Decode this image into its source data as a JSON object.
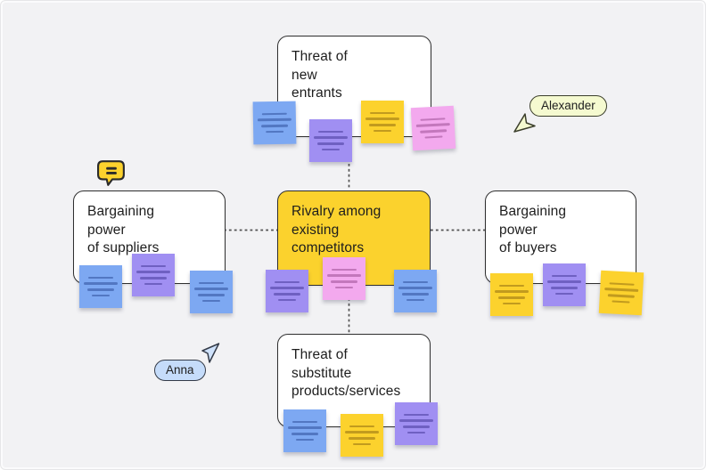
{
  "board": {
    "background": "#f2f2f4",
    "node_border_color": "#2f2f2f",
    "connector_color": "#515151",
    "nodes": [
      {
        "id": "threat-of-new-entrants",
        "label": "Threat of\nnew\nentrants",
        "fill": "#ffffff"
      },
      {
        "id": "bargaining-power-of-suppliers",
        "label": "Bargaining\npower\nof suppliers",
        "fill": "#ffffff"
      },
      {
        "id": "rivalry-among-existing-competitors",
        "label": "Rivalry among\nexisting\ncompetitors",
        "fill": "#fbd22d"
      },
      {
        "id": "bargaining-power-of-buyers",
        "label": "Bargaining\npower\nof buyers",
        "fill": "#ffffff"
      },
      {
        "id": "threat-of-substitute-products-services",
        "label": "Threat of\nsubstitute\nproducts/services",
        "fill": "#ffffff"
      }
    ],
    "sticky_palette": {
      "blue": {
        "fill": "#7da8f2",
        "line": "#5277c2"
      },
      "purple": {
        "fill": "#a08ff2",
        "line": "#6f60c2"
      },
      "yellow": {
        "fill": "#fcd22d",
        "line": "#c29b1e"
      },
      "pink": {
        "fill": "#f3a9ee",
        "line": "#c377bc"
      }
    },
    "sticky_groups": {
      "top": [
        "blue",
        "purple",
        "yellow",
        "pink"
      ],
      "left": [
        "blue",
        "purple",
        "blue"
      ],
      "center": [
        "purple",
        "pink",
        "blue"
      ],
      "right": [
        "yellow",
        "purple",
        "yellow"
      ],
      "bottom": [
        "blue",
        "yellow",
        "purple"
      ]
    }
  },
  "collaborators": [
    {
      "name": "Alexander",
      "pill_fill": "#f5fad0",
      "pill_border": "#3b3e2b",
      "cursor_fill": "#f5fad0",
      "cursor_icon": "cursor-pointer-icon"
    },
    {
      "name": "Anna",
      "pill_fill": "#c5dcfa",
      "pill_border": "#343b48",
      "cursor_fill": "#cfe2fb",
      "cursor_icon": "cursor-pointer-icon"
    }
  ],
  "comment_badge": {
    "icon": "comment-bubble-icon",
    "fill": "#fcd22d",
    "border": "#2b2b2b",
    "glyph": "equals-lines"
  }
}
